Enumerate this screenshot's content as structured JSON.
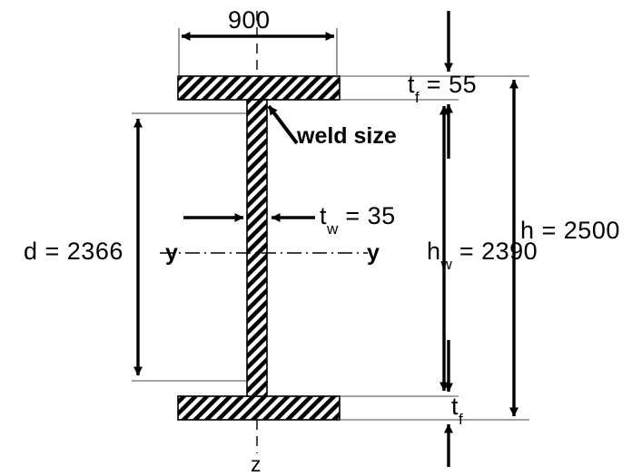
{
  "diagram": {
    "title": "welded-i-girder-cross-section",
    "colors": {
      "line": "#000000",
      "thin_line": "#555555",
      "hatch": "#000000",
      "background": "#ffffff"
    },
    "dimensions": {
      "flange_width": {
        "label": "900",
        "value": 900,
        "position": "top",
        "name": "flange-width-dimension"
      },
      "depth": {
        "symbol": "d",
        "equals": "=",
        "label": "d = 2366",
        "value": 2366,
        "position": "left",
        "name": "depth-dimension"
      },
      "flange_thickness_top": {
        "symbol": "t",
        "subscript": "f",
        "equals": "=",
        "value": 55,
        "label": "t_f = 55",
        "position": "top-right",
        "name": "top-flange-thickness-dimension"
      },
      "flange_thickness_bottom": {
        "symbol": "t",
        "subscript": "f",
        "label": "t_f",
        "position": "bottom-right",
        "name": "bottom-flange-thickness-dimension"
      },
      "web_thickness": {
        "symbol": "t",
        "subscript": "w",
        "equals": "=",
        "value": 35,
        "label": "t_w = 35",
        "position": "middle",
        "name": "web-thickness-dimension"
      },
      "web_height": {
        "symbol": "h",
        "subscript": "w",
        "equals": "=",
        "value": 2390,
        "label": "h_w = 2390",
        "position": "right-inner",
        "name": "web-height-dimension"
      },
      "overall_height": {
        "symbol": "h",
        "equals": "=",
        "value": 2500,
        "label": "h = 2500",
        "position": "right-outer",
        "name": "overall-height-dimension"
      }
    },
    "annotations": {
      "weld": {
        "label": "weld size",
        "name": "weld-size-callout"
      }
    },
    "axes": {
      "horizontal": {
        "left_label": "y",
        "right_label": "y",
        "name": "y-y-axis"
      },
      "vertical": {
        "bottom_label": "z",
        "name": "z-z-axis"
      }
    }
  }
}
